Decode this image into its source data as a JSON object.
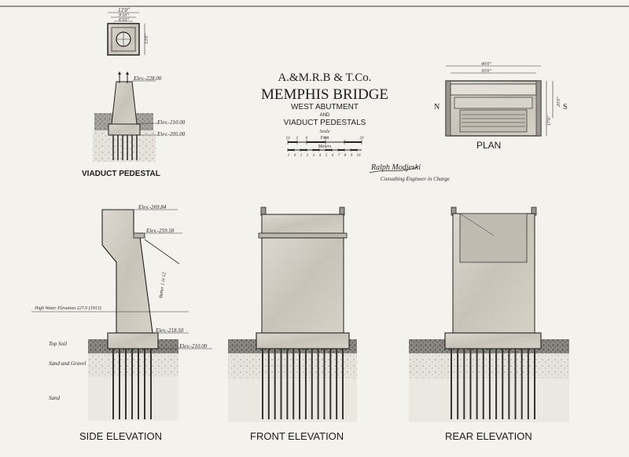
{
  "title_block": {
    "company": "A.&M.R.B & T.Co.",
    "bridge_name": "MEMPHIS BRIDGE",
    "line1": "WEST ABUTMENT",
    "and_word": "AND",
    "line2": "VIADUCT PEDESTALS",
    "scale_label": "Scale",
    "feet_label": "Feet",
    "meters_label": "Meters",
    "feet_ticks": [
      "10",
      "5",
      "0",
      "10",
      "20"
    ],
    "meter_ticks": [
      "1",
      "0",
      "1",
      "2",
      "3",
      "4",
      "5",
      "6",
      "7",
      "8",
      "9",
      "10"
    ],
    "signature": "Ralph Modjeski",
    "engineer_caption": "Consulting Engineer in Charge"
  },
  "top_detail": {
    "dims": [
      "13'0\"",
      "9'10\"",
      "6'10\"",
      "13'0\""
    ]
  },
  "viaduct_pedestal": {
    "caption": "VIADUCT PEDESTAL",
    "elevations": [
      "Elev.-228.00",
      "Elev.-210.00",
      "Elev.-205.00"
    ]
  },
  "plan": {
    "caption": "PLAN",
    "north": "N",
    "south": "S",
    "dims": [
      "40'0\"",
      "35'0\"",
      "20'0\"",
      "17'6\""
    ]
  },
  "side_elevation": {
    "caption": "SIDE ELEVATION",
    "elevations": [
      "Elev.-269.84",
      "Elev.-259.58",
      "Elev.-218.50",
      "Elev.-210.00"
    ],
    "high_water": "High Water Elevation 227.0 (1913)",
    "batter": "Batter 1 in 12",
    "soil_labels": [
      "Top Soil",
      "Sand and Gravel",
      "Sand"
    ]
  },
  "front_elevation": {
    "caption": "FRONT ELEVATION"
  },
  "rear_elevation": {
    "caption": "REAR ELEVATION"
  },
  "colors": {
    "paper": "#f4f2ed",
    "ink": "#1e1e1e",
    "concrete": "#cfcac0",
    "soil": "#6e6b66"
  }
}
